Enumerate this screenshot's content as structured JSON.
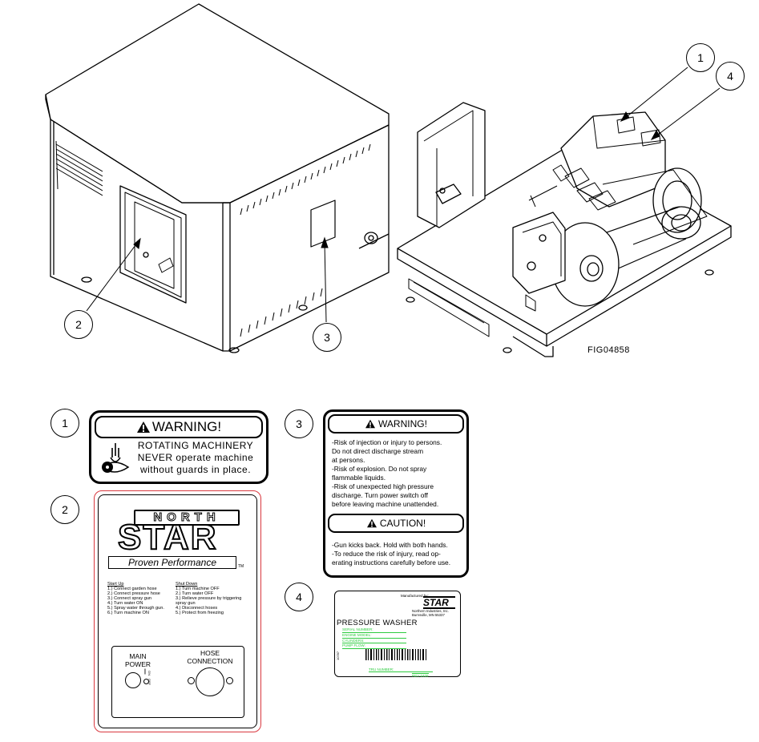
{
  "figure_id": "FIG04858",
  "callouts": {
    "top": [
      "1",
      "4",
      "2",
      "3"
    ],
    "decals": [
      "1",
      "2",
      "3",
      "4"
    ]
  },
  "decal_warning_1": {
    "header": "WARNING!",
    "lines": [
      "ROTATING MACHINERY",
      "NEVER operate machine",
      "without guards in place."
    ]
  },
  "decal_panel_2": {
    "logo_top": "NORTH",
    "logo_star": "STAR",
    "logo_tagline": "Proven Performance",
    "tm": "TM",
    "startup_title": "Start Up",
    "startup_steps": [
      "1.) Connect garden hose",
      "2.) Connect pressure hose",
      "3.) Connect spray gun",
      "4.) Turn water ON",
      "5.) Spray water through gun.",
      "6.) Turn machine ON"
    ],
    "shutdown_title": "Shut Down",
    "shutdown_steps": [
      "1.) Turn machine OFF",
      "2.) Turn water OFF",
      "3.) Relieve pressure by triggering",
      "spray gun",
      "4.) Disconnect hoses",
      "5.) Protect from freezing"
    ],
    "main_power_label": [
      "MAIN",
      "POWER"
    ],
    "switch_on": "ON",
    "switch_off": "OFF",
    "hose_label": [
      "HOSE",
      "CONNECTION"
    ]
  },
  "decal_warning_3": {
    "warning_header": "WARNING!",
    "warning_lines": [
      "-Risk of injection or injury to persons.",
      " Do not direct discharge stream",
      " at persons.",
      "-Risk of explosion. Do not spray",
      " flammable liquids.",
      "-Risk of unexpected high pressure",
      " discharge.  Turn power switch off",
      " before leaving machine unattended."
    ],
    "caution_header": "CAUTION!",
    "caution_lines": [
      "-Gun kicks back. Hold with both hands.",
      "-To reduce the risk of injury, read op-",
      " erating instructions carefully before use."
    ]
  },
  "decal_serial_4": {
    "manufactured_by": "Manufactured by:",
    "logo": "STAR",
    "address": [
      "Northern Industries, Inc.",
      "Burnsville, MN 55337"
    ],
    "title": "PRESSURE WASHER",
    "fields": [
      "SERIAL NUMBER:",
      "ENGINE MODEL:",
      "CYLINDERS:",
      "PUMP FLOW:"
    ],
    "side_code": "10787",
    "bottom_field": "TRU NUMBER:",
    "bottom_code": "REV 0409"
  },
  "colors": {
    "line": "#000000",
    "decal_border_red": "#d9383f",
    "field_green": "#2ecc40"
  }
}
